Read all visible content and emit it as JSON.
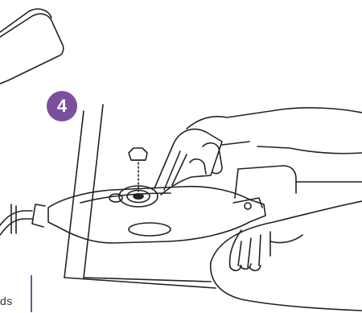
{
  "step": {
    "number": "4"
  },
  "page_text": {
    "cropped_word": "ds"
  },
  "colors": {
    "accent": "#7b4fa0",
    "line": "#222222"
  },
  "objects": [
    "water-tank",
    "cap",
    "steam-mop",
    "hand",
    "pillow",
    "cord"
  ]
}
